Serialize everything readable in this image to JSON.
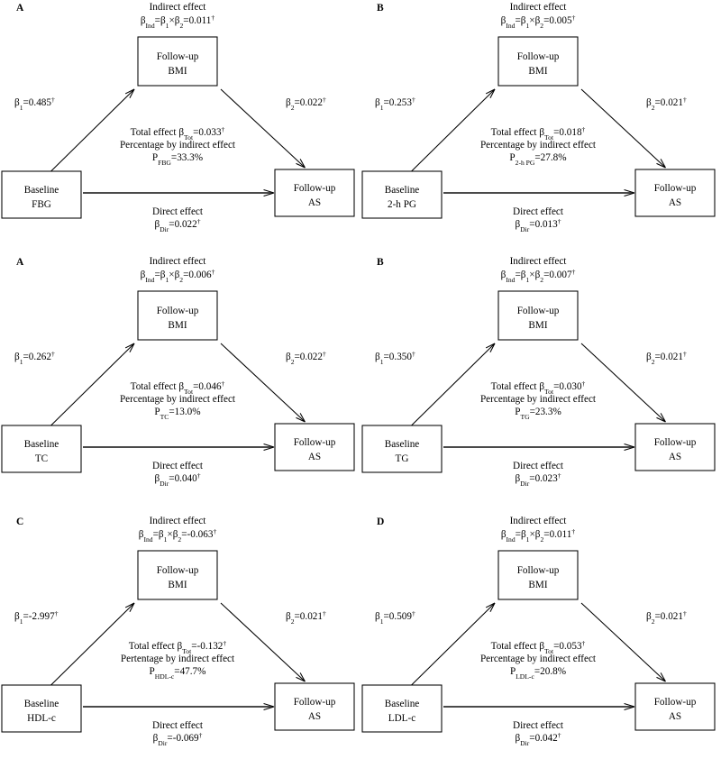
{
  "figure": {
    "type": "mediation-path-diagram-grid",
    "rows": 3,
    "columns": 2,
    "symbols": {
      "dagger": "†",
      "beta": "β",
      "times": "×"
    },
    "common": {
      "mediator_line1": "Follow-up",
      "mediator_line2": "BMI",
      "outcome_line1": "Follow-up",
      "outcome_line2": "AS",
      "exposure_line1": "Baseline",
      "indirect_heading": "Indirect effect",
      "direct_heading": "Direct effect",
      "percentage_heading": "Percentage by indirect effect",
      "total_prefix": "Total effect "
    }
  },
  "panels": [
    {
      "letter": "A",
      "exposure_line1": "Baseline",
      "exposure_line2": "FBG",
      "mediator_line1": "Follow-up",
      "mediator_line2": "BMI",
      "outcome_line1": "Follow-up",
      "outcome_line2": "AS",
      "indirect_heading": "Indirect effect",
      "indirect_prefix": "β",
      "indirect_sub": "Ind",
      "indirect_formula": "=β",
      "indirect_b1sub": "1",
      "indirect_times": "×β",
      "indirect_b2sub": "2",
      "indirect_value": "=0.011",
      "indirect_dagger": "†",
      "beta1_label": "β",
      "beta1_sub": "1",
      "beta1_value": "=0.485",
      "beta1_dagger": "†",
      "beta2_label": "β",
      "beta2_sub": "2",
      "beta2_value": "=0.022",
      "beta2_dagger": "†",
      "total_prefix": "Total effect ",
      "total_beta": "β",
      "total_sub": "Tot",
      "total_value": "=0.033",
      "total_dagger": "†",
      "percentage_heading": "Percentage by indirect effect",
      "p_label": "P",
      "p_sub": "FBG",
      "p_value": "=33.3%",
      "direct_heading": "Direct effect",
      "direct_beta": "β",
      "direct_sub": "Dir",
      "direct_value": "=0.022",
      "direct_dagger": "†"
    },
    {
      "letter": "B",
      "exposure_line1": "Baseline",
      "exposure_line2": "2-h PG",
      "mediator_line1": "Follow-up",
      "mediator_line2": "BMI",
      "outcome_line1": "Follow-up",
      "outcome_line2": "AS",
      "indirect_heading": "Indirect effect",
      "indirect_prefix": "β",
      "indirect_sub": "Ind",
      "indirect_formula": "=β",
      "indirect_b1sub": "1",
      "indirect_times": "×β",
      "indirect_b2sub": "2",
      "indirect_value": "=0.005",
      "indirect_dagger": "†",
      "beta1_label": "β",
      "beta1_sub": "1",
      "beta1_value": "=0.253",
      "beta1_dagger": "†",
      "beta2_label": "β",
      "beta2_sub": "2",
      "beta2_value": "=0.021",
      "beta2_dagger": "†",
      "total_prefix": "Total effect ",
      "total_beta": "β",
      "total_sub": "Tot",
      "total_value": "=0.018",
      "total_dagger": "†",
      "percentage_heading": "Percentage by indirect effect",
      "p_label": "P",
      "p_sub": "2-h PG",
      "p_value": "=27.8%",
      "direct_heading": "Direct effect",
      "direct_beta": "β",
      "direct_sub": "Dir",
      "direct_value": "=0.013",
      "direct_dagger": "†"
    },
    {
      "letter": "A",
      "exposure_line1": "Baseline",
      "exposure_line2": "TC",
      "mediator_line1": "Follow-up",
      "mediator_line2": "BMI",
      "outcome_line1": "Follow-up",
      "outcome_line2": "AS",
      "indirect_heading": "Indirect effect",
      "indirect_prefix": "β",
      "indirect_sub": "Ind",
      "indirect_formula": "=β",
      "indirect_b1sub": "1",
      "indirect_times": "×β",
      "indirect_b2sub": "2",
      "indirect_value": "=0.006",
      "indirect_dagger": "†",
      "beta1_label": "β",
      "beta1_sub": "1",
      "beta1_value": "=0.262",
      "beta1_dagger": "†",
      "beta2_label": "β",
      "beta2_sub": "2",
      "beta2_value": "=0.022",
      "beta2_dagger": "†",
      "total_prefix": "Total effect ",
      "total_beta": "β",
      "total_sub": "Tot",
      "total_value": "=0.046",
      "total_dagger": "†",
      "percentage_heading": "Percentage by indirect effect",
      "p_label": "P",
      "p_sub": "TC",
      "p_value": "=13.0%",
      "direct_heading": "Direct effect",
      "direct_beta": "β",
      "direct_sub": "Dir",
      "direct_value": "=0.040",
      "direct_dagger": "†"
    },
    {
      "letter": "B",
      "exposure_line1": "Baseline",
      "exposure_line2": "TG",
      "mediator_line1": "Follow-up",
      "mediator_line2": "BMI",
      "outcome_line1": "Follow-up",
      "outcome_line2": "AS",
      "indirect_heading": "Indirect effect",
      "indirect_prefix": "β",
      "indirect_sub": "Ind",
      "indirect_formula": "=β",
      "indirect_b1sub": "1",
      "indirect_times": "×β",
      "indirect_b2sub": "2",
      "indirect_value": "=0.007",
      "indirect_dagger": "†",
      "beta1_label": "β",
      "beta1_sub": "1",
      "beta1_value": "=0.350",
      "beta1_dagger": "†",
      "beta2_label": "β",
      "beta2_sub": "2",
      "beta2_value": "=0.021",
      "beta2_dagger": "†",
      "total_prefix": "Total effect ",
      "total_beta": "β",
      "total_sub": "Tot",
      "total_value": "=0.030",
      "total_dagger": "†",
      "percentage_heading": "Percentage by indirect effect",
      "p_label": "P",
      "p_sub": "TG",
      "p_value": "=23.3%",
      "direct_heading": "Direct effect",
      "direct_beta": "β",
      "direct_sub": "Dir",
      "direct_value": "=0.023",
      "direct_dagger": "†"
    },
    {
      "letter": "C",
      "exposure_line1": "Baseline",
      "exposure_line2": "HDL-c",
      "mediator_line1": "Follow-up",
      "mediator_line2": "BMI",
      "outcome_line1": "Follow-up",
      "outcome_line2": "AS",
      "indirect_heading": "Indirect effect",
      "indirect_prefix": "β",
      "indirect_sub": "Ind",
      "indirect_formula": "=β",
      "indirect_b1sub": "1",
      "indirect_times": "×β",
      "indirect_b2sub": "2",
      "indirect_value": "=-0.063",
      "indirect_dagger": "†",
      "beta1_label": "β",
      "beta1_sub": "1",
      "beta1_value": "=-2.997",
      "beta1_dagger": "†",
      "beta2_label": "β",
      "beta2_sub": "2",
      "beta2_value": "=0.021",
      "beta2_dagger": "†",
      "total_prefix": "Total effect ",
      "total_beta": "β",
      "total_sub": "Tot",
      "total_value": "=-0.132",
      "total_dagger": "†",
      "percentage_heading": "Pertentage by indirect effect",
      "p_label": "P",
      "p_sub": "HDL-c",
      "p_value": "=47.7%",
      "direct_heading": "Direct effect",
      "direct_beta": "β",
      "direct_sub": "Dir",
      "direct_value": "=-0.069",
      "direct_dagger": "†"
    },
    {
      "letter": "D",
      "exposure_line1": "Baseline",
      "exposure_line2": "LDL-c",
      "mediator_line1": "Follow-up",
      "mediator_line2": "BMI",
      "outcome_line1": "Follow-up",
      "outcome_line2": "AS",
      "indirect_heading": "Indirect effect",
      "indirect_prefix": "β",
      "indirect_sub": "Ind",
      "indirect_formula": "=β",
      "indirect_b1sub": "1",
      "indirect_times": "×β",
      "indirect_b2sub": "2",
      "indirect_value": "=0.011",
      "indirect_dagger": "†",
      "beta1_label": "β",
      "beta1_sub": "1",
      "beta1_value": "=0.509",
      "beta1_dagger": "†",
      "beta2_label": "β",
      "beta2_sub": "2",
      "beta2_value": "=0.021",
      "beta2_dagger": "†",
      "total_prefix": "Total effect ",
      "total_beta": "β",
      "total_sub": "Tot",
      "total_value": "=0.053",
      "total_dagger": "†",
      "percentage_heading": "Percentage by indirect effect",
      "p_label": "P",
      "p_sub": "LDL-c",
      "p_value": "=20.8%",
      "direct_heading": "Direct effect",
      "direct_beta": "β",
      "direct_sub": "Dir",
      "direct_value": "=0.042",
      "direct_dagger": "†"
    }
  ]
}
